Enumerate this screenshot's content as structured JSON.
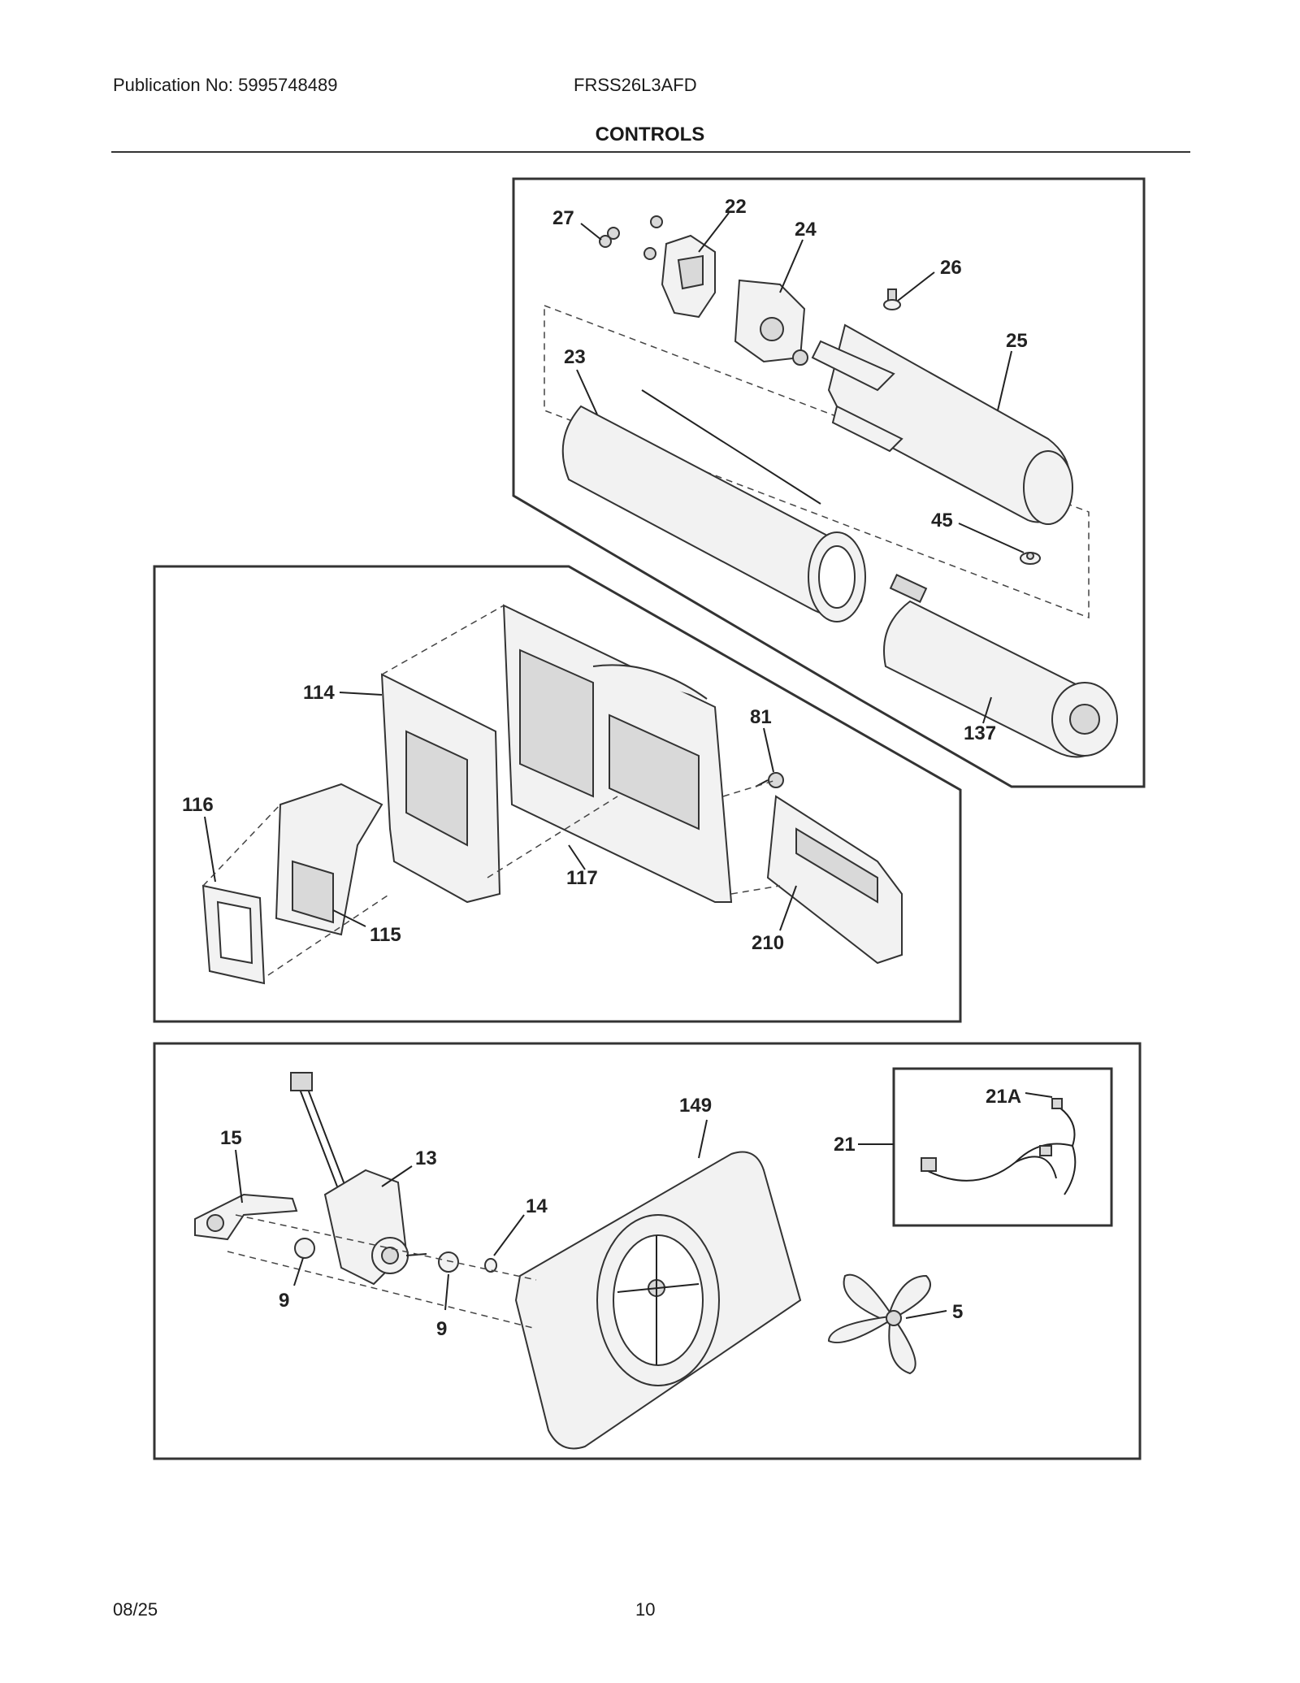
{
  "header": {
    "publication": "Publication No: 5995748489",
    "model": "FRSS26L3AFD",
    "title": "CONTROLS"
  },
  "footer": {
    "date": "08/25",
    "page": "10"
  },
  "callouts": {
    "p27": "27",
    "p22": "22",
    "p24": "24",
    "p26": "26",
    "p25": "25",
    "p23": "23",
    "p45": "45",
    "p137": "137",
    "p114": "114",
    "p81": "81",
    "p116": "116",
    "p117": "117",
    "p115": "115",
    "p210": "210",
    "p149": "149",
    "p21A": "21A",
    "p21": "21",
    "p15": "15",
    "p13": "13",
    "p14": "14",
    "p9a": "9",
    "p9b": "9",
    "p5": "5"
  }
}
